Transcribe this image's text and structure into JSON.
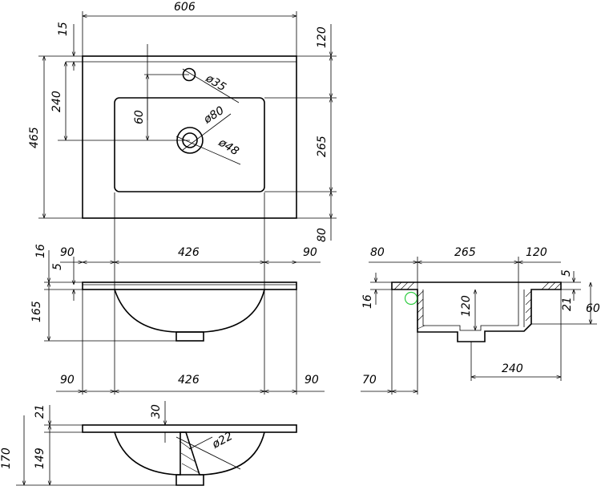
{
  "dims": {
    "top_width": "606",
    "top_15": "15",
    "top_120": "120",
    "top_240": "240",
    "top_465": "465",
    "top_60": "60",
    "top_265": "265",
    "top_80": "80",
    "hole_35": "ø35",
    "hole_80": "ø80",
    "hole_48": "ø48",
    "front_16": "16",
    "front_5": "5",
    "front_90_left": "90",
    "front_426": "426",
    "front_90_right": "90",
    "front_165": "165",
    "front_bottom_90_left": "90",
    "front_bottom_426": "426",
    "front_bottom_90_right": "90",
    "side_80": "80",
    "side_265": "265",
    "side_120_top": "120",
    "side_5": "5",
    "side_16": "16",
    "side_120_v": "120",
    "side_21": "21",
    "side_60": "60",
    "side_240": "240",
    "side_70": "70",
    "sec_21": "21",
    "sec_30": "30",
    "sec_170": "170",
    "sec_149": "149",
    "sec_22": "ø22"
  },
  "colors": {
    "line": "#000000",
    "marker": "#2ecc40"
  }
}
